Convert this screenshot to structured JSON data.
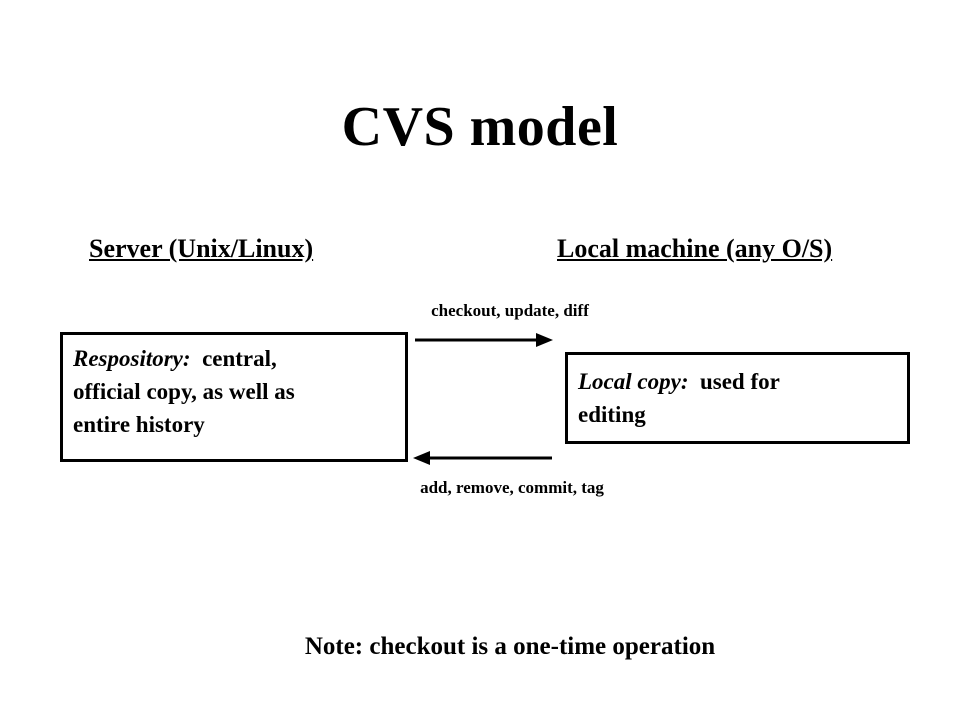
{
  "title": "CVS model",
  "headings": {
    "server": "Server (Unix/Linux)",
    "local": "Local machine (any O/S)"
  },
  "repository_box": {
    "label": "Respository:",
    "text_line1": "central,",
    "text_line2": "official copy, as well as",
    "text_line3": "entire history"
  },
  "local_box": {
    "label": "Local copy:",
    "text_line1": "used for",
    "text_line2": "editing"
  },
  "operations": {
    "to_local": "checkout, update, diff",
    "to_server": "add, remove, commit, tag"
  },
  "note": "Note:  checkout is a one-time operation"
}
